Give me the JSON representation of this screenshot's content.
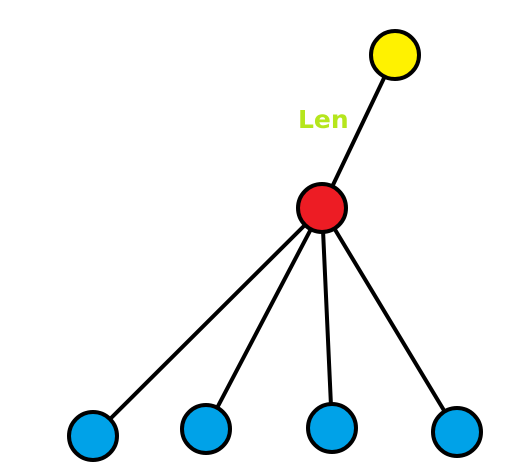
{
  "diagram": {
    "edge_label": "Len",
    "colors": {
      "label": "#b5e61d",
      "root_node": "#fff200",
      "hub_node": "#ed1c24",
      "leaf_node": "#00a2e8",
      "edge": "#000000",
      "outline": "#000000"
    },
    "nodes": [
      {
        "id": "root",
        "role": "root",
        "color": "#fff200"
      },
      {
        "id": "hub",
        "role": "hub",
        "color": "#ed1c24"
      },
      {
        "id": "leaf-1",
        "role": "leaf",
        "color": "#00a2e8"
      },
      {
        "id": "leaf-2",
        "role": "leaf",
        "color": "#00a2e8"
      },
      {
        "id": "leaf-3",
        "role": "leaf",
        "color": "#00a2e8"
      },
      {
        "id": "leaf-4",
        "role": "leaf",
        "color": "#00a2e8"
      }
    ],
    "edges": [
      {
        "from": "root",
        "to": "hub",
        "label": "Len"
      },
      {
        "from": "hub",
        "to": "leaf-1"
      },
      {
        "from": "hub",
        "to": "leaf-2"
      },
      {
        "from": "hub",
        "to": "leaf-3"
      },
      {
        "from": "hub",
        "to": "leaf-4"
      }
    ]
  }
}
